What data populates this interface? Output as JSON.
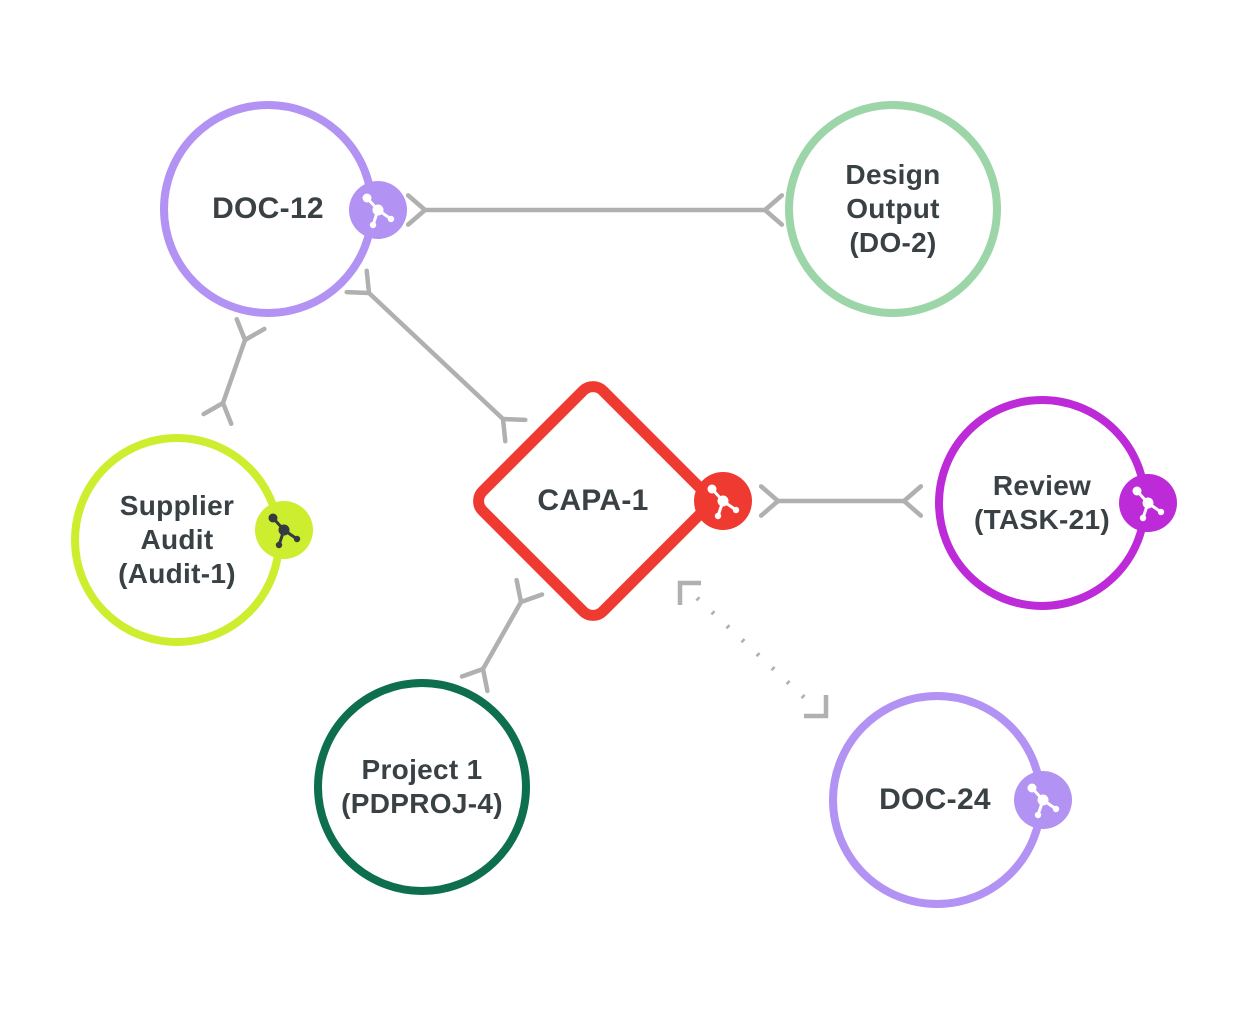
{
  "diagram": {
    "background_color": "#ffffff",
    "connector_color": "#b0b0b0",
    "label_color": "#3a4145"
  },
  "nodes": {
    "doc12": {
      "label": "DOC-12",
      "shape": "circle",
      "color": "#b292f2",
      "has_badge": true,
      "badge_icon": "molecule-icon",
      "badge_icon_color": "#ffffff"
    },
    "design_output": {
      "label": "Design\nOutput\n(DO-2)",
      "shape": "circle",
      "color": "#9cd5a8",
      "has_badge": false
    },
    "supplier_audit": {
      "label": "Supplier\nAudit\n(Audit-1)",
      "shape": "circle",
      "color": "#cdee2f",
      "has_badge": true,
      "badge_icon": "molecule-icon",
      "badge_icon_color": "#343b41"
    },
    "capa1": {
      "label": "CAPA-1",
      "shape": "diamond",
      "color": "#ee3a30",
      "has_badge": true,
      "badge_icon": "molecule-icon",
      "badge_icon_color": "#ffffff"
    },
    "review": {
      "label": "Review\n(TASK-21)",
      "shape": "circle",
      "color": "#bd2bd8",
      "has_badge": true,
      "badge_icon": "molecule-icon",
      "badge_icon_color": "#ffffff"
    },
    "project1": {
      "label": "Project 1\n(PDPROJ-4)",
      "shape": "circle",
      "color": "#0d6f4e",
      "has_badge": false
    },
    "doc24": {
      "label": "DOC-24",
      "shape": "circle",
      "color": "#b292f2",
      "has_badge": true,
      "badge_icon": "molecule-icon",
      "badge_icon_color": "#ffffff"
    }
  },
  "connections": [
    {
      "from": "DOC-12",
      "to": "Design Output (DO-2)",
      "style": "solid",
      "arrows": "both"
    },
    {
      "from": "DOC-12",
      "to": "Supplier Audit (Audit-1)",
      "style": "solid",
      "arrows": "both"
    },
    {
      "from": "DOC-12",
      "to": "CAPA-1",
      "style": "solid",
      "arrows": "both"
    },
    {
      "from": "CAPA-1",
      "to": "Review (TASK-21)",
      "style": "solid",
      "arrows": "both"
    },
    {
      "from": "CAPA-1",
      "to": "Project 1 (PDPROJ-4)",
      "style": "solid",
      "arrows": "both"
    },
    {
      "from": "CAPA-1",
      "to": "DOC-24",
      "style": "dotted-corner-brackets",
      "arrows": "none"
    }
  ]
}
